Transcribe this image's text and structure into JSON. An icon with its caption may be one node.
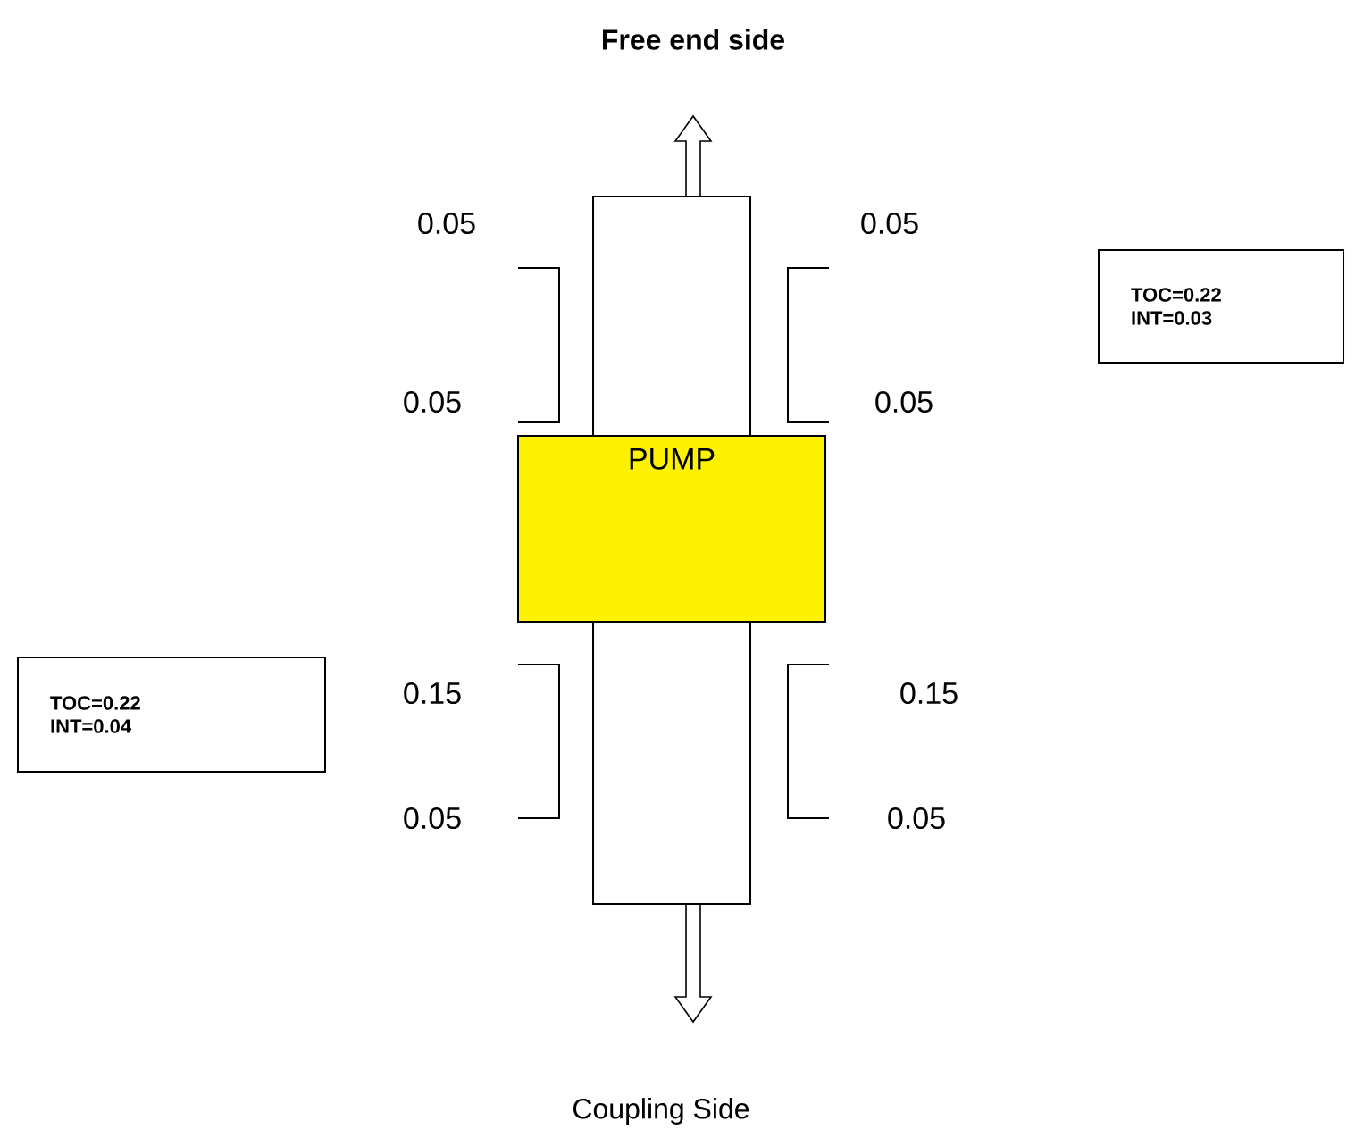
{
  "diagram": {
    "title": "Free end side",
    "caption": "Coupling Side",
    "nodes": [
      {
        "text": [],
        "shape": "box"
      },
      {
        "text": [
          "TOC=0.22",
          "INT=0.03"
        ]
      },
      {
        "text": [
          "PUMP"
        ]
      },
      {
        "text": [
          "TOC=0.22",
          "INT=0.04"
        ]
      },
      {
        "text": [],
        "shape": "box"
      }
    ],
    "labels": [
      "0.05",
      "0.05",
      "0.05",
      "0.05",
      "0.15",
      "0.15",
      "0.05",
      "0.05"
    ]
  }
}
